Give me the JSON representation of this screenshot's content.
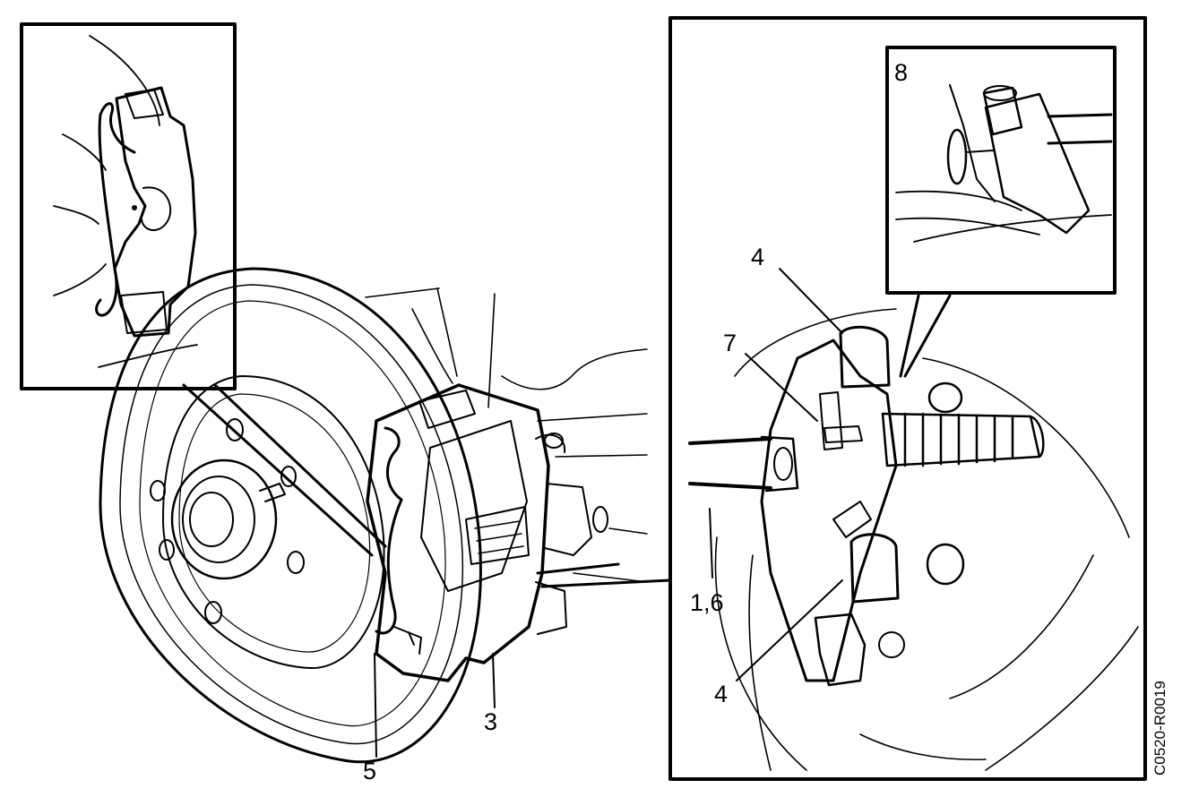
{
  "figure": {
    "code": "C0520-R0019",
    "callouts": {
      "item_3": "3",
      "item_4_top": "4",
      "item_4_bottom": "4",
      "item_5": "5",
      "item_7": "7",
      "item_8": "8",
      "item_1_6": "1,6"
    }
  }
}
